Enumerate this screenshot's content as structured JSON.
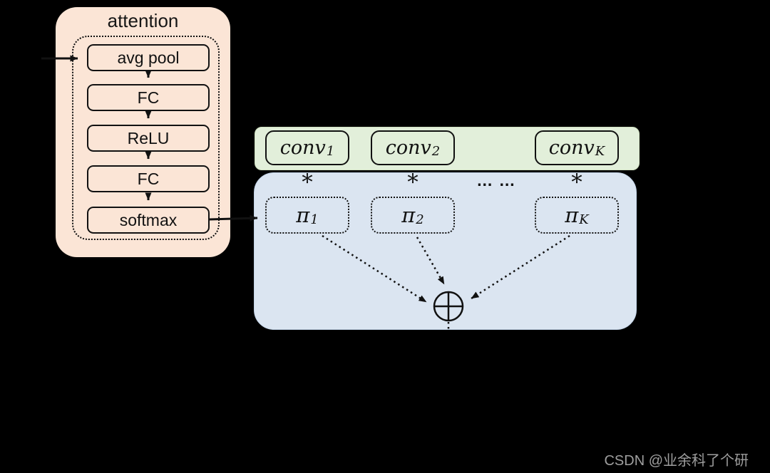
{
  "colors": {
    "background": "#000000",
    "attention_fill": "#FBE5D6",
    "kernels_fill": "#E2EFDA",
    "weights_fill": "#DBE5F1",
    "line": "#111111",
    "watermark_text": "#9E9E9E"
  },
  "attention_module": {
    "title": "attention",
    "layers": [
      "avg pool",
      "FC",
      "ReLU",
      "FC",
      "softmax"
    ]
  },
  "kernels_row": {
    "boxes": [
      {
        "base": "conv",
        "sub": "1"
      },
      {
        "base": "conv",
        "sub": "2"
      },
      {
        "base": "conv",
        "sub": "K"
      }
    ]
  },
  "weights_row": {
    "multiply_symbols": [
      "*",
      "*",
      "*"
    ],
    "ellipsis": "… …",
    "boxes": [
      {
        "base": "π",
        "sub": "1"
      },
      {
        "base": "π",
        "sub": "2"
      },
      {
        "base": "π",
        "sub": "K"
      }
    ],
    "sum_icon": "⊕"
  },
  "watermark": "CSDN @业余科了个研"
}
